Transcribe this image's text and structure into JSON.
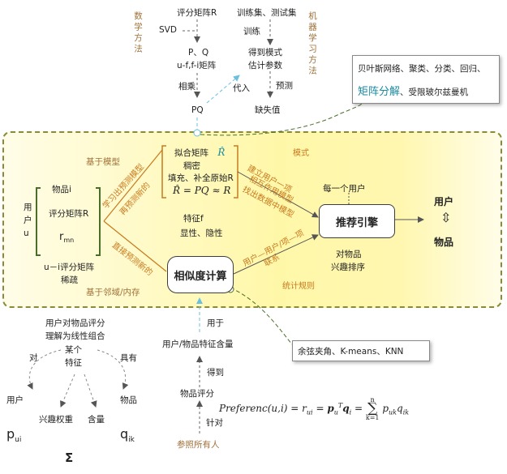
{
  "top": {
    "rating_matrix": "评分矩阵R",
    "train_test": "训练集、测试集",
    "svd": "SVD",
    "train": "训练",
    "pq": "P、Q",
    "uf_fi": "u-f,f-i矩阵",
    "model_params_1": "得到模式",
    "model_params_2": "估计参数",
    "multiply": "相乘",
    "substitute": "代入",
    "predict": "预测",
    "pq_result": "PQ",
    "missing": "缺失值",
    "math_method": "数学方法",
    "ml_method": "机器学习方法"
  },
  "ml_panel": {
    "line1": "贝叶斯网络、聚类、分类、回归、",
    "highlight": "矩阵分解",
    "line2_rest": "、受限玻尔兹曼机"
  },
  "main": {
    "model_based": "基于模型",
    "item_i": "物品i",
    "user_u": "用户u",
    "rating_matrix": "评分矩阵R",
    "r_mn": "r",
    "r_mn_sub": "mn",
    "sparse_1": "u－i评分矩阵",
    "sparse_2": "稀疏",
    "neighbor_based": "基于邻域/内存",
    "learn_model": "学习出预测模型",
    "predict_again": "再预测新的",
    "direct_predict": "直接预测新的",
    "fit_1": "拟合矩阵",
    "fit_hat": "R̂",
    "fit_2": "稠密",
    "fit_3": "填充、补全原始R",
    "fit_eq": "R̂ = PQ ≈ R",
    "mode": "模式",
    "build_1": "建立用户一项",
    "build_2": "相互作用模型",
    "build_3": "找出数据中模型",
    "feature_f": "特征f",
    "explicit": "显性、隐性",
    "every_user": "每一个用户",
    "engine": "推荐引擎",
    "user": "用户",
    "arrows": "⇳",
    "item": "物品",
    "for_item_1": "对物品",
    "for_item_2": "兴趣排序",
    "similarity": "相似度计算",
    "link_1": "用户—用户/项—项",
    "link_2": "联系",
    "stat_rule": "统计规则"
  },
  "similarity_panel": {
    "text": "余弦夹角、K-means、KNN"
  },
  "bottom": {
    "used_for": "用于",
    "feature_content": "用户/物品特征含量",
    "get": "得到",
    "item_rating": "物品评分",
    "target": "针对",
    "all_people": "参照所有人",
    "formula": "Preferenc(u,i) = r_ui = p_u^T q_i = Σ p_uk q_ik"
  },
  "left_bottom": {
    "line1": "用户对物品评分",
    "line2": "理解为线性组合",
    "some_1": "某个",
    "some_2": "特征",
    "towards": "对",
    "has": "具有",
    "user": "用户",
    "item": "物品",
    "interest": "兴趣权重",
    "content": "含量",
    "p_ui": "p",
    "p_ui_sub": "ui",
    "q_ik": "q",
    "q_ik_sub": "ik",
    "sigma": "Σ"
  }
}
